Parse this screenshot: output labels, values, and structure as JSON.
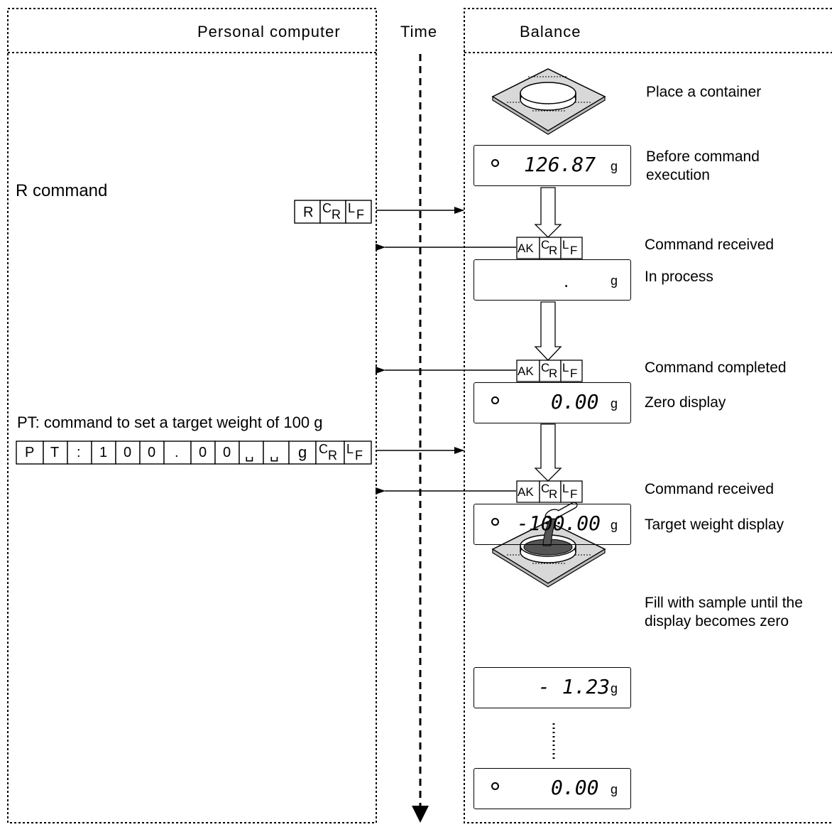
{
  "headers": {
    "pc": "Personal computer",
    "time": "Time",
    "balance": "Balance"
  },
  "pc": {
    "r_command_label": "R command",
    "r_command_codes": [
      "R",
      "C",
      "R",
      "L",
      "F"
    ],
    "pt_command_label": "PT: command to set a target weight of 100 g",
    "pt_command_chars": [
      "P",
      "T",
      ":",
      "1",
      "0",
      "0",
      ".",
      "0",
      "0",
      "␣",
      "␣",
      "g"
    ]
  },
  "balance": {
    "steps": [
      {
        "note": "Place a container"
      },
      {
        "note": "Before command execution",
        "display": "126.87",
        "unit": "g"
      },
      {
        "note": "Command received"
      },
      {
        "note": "In process",
        "display": ".",
        "unit": "g"
      },
      {
        "note": "Command completed"
      },
      {
        "note": "Zero display",
        "display": "0.00",
        "unit": "g"
      },
      {
        "note": "Command received"
      },
      {
        "note": "Target weight display",
        "display": "-100.00",
        "unit": "g"
      },
      {
        "note": "Fill with sample until the display becomes zero"
      },
      {
        "display": "- 1.23",
        "unit": "g"
      },
      {
        "display": "0.00",
        "unit": "g"
      }
    ],
    "ack_codes": [
      "AK",
      "C",
      "R",
      "L",
      "F"
    ]
  },
  "colors": {
    "line": "#000000",
    "tray": "#d8d8d8",
    "sample": "#555555"
  }
}
